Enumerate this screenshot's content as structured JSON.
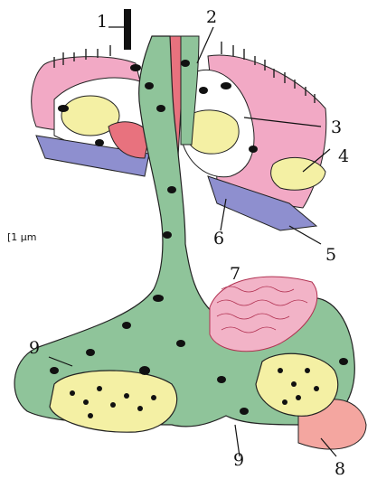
{
  "labels": {
    "l1": "1",
    "l2": "2",
    "l3": "3",
    "l4": "4",
    "l5": "5",
    "l6": "6",
    "l7": "7",
    "l8": "8",
    "l9a": "9",
    "l9b": "9"
  },
  "scale_bar": "1 µm",
  "colors": {
    "green": "#8fc49a",
    "pink": "#f2a9c5",
    "red": "#e8727e",
    "yellow": "#f4f0a4",
    "violet": "#8e8fcf",
    "black": "#111111",
    "salmon": "#f4a6a0"
  }
}
